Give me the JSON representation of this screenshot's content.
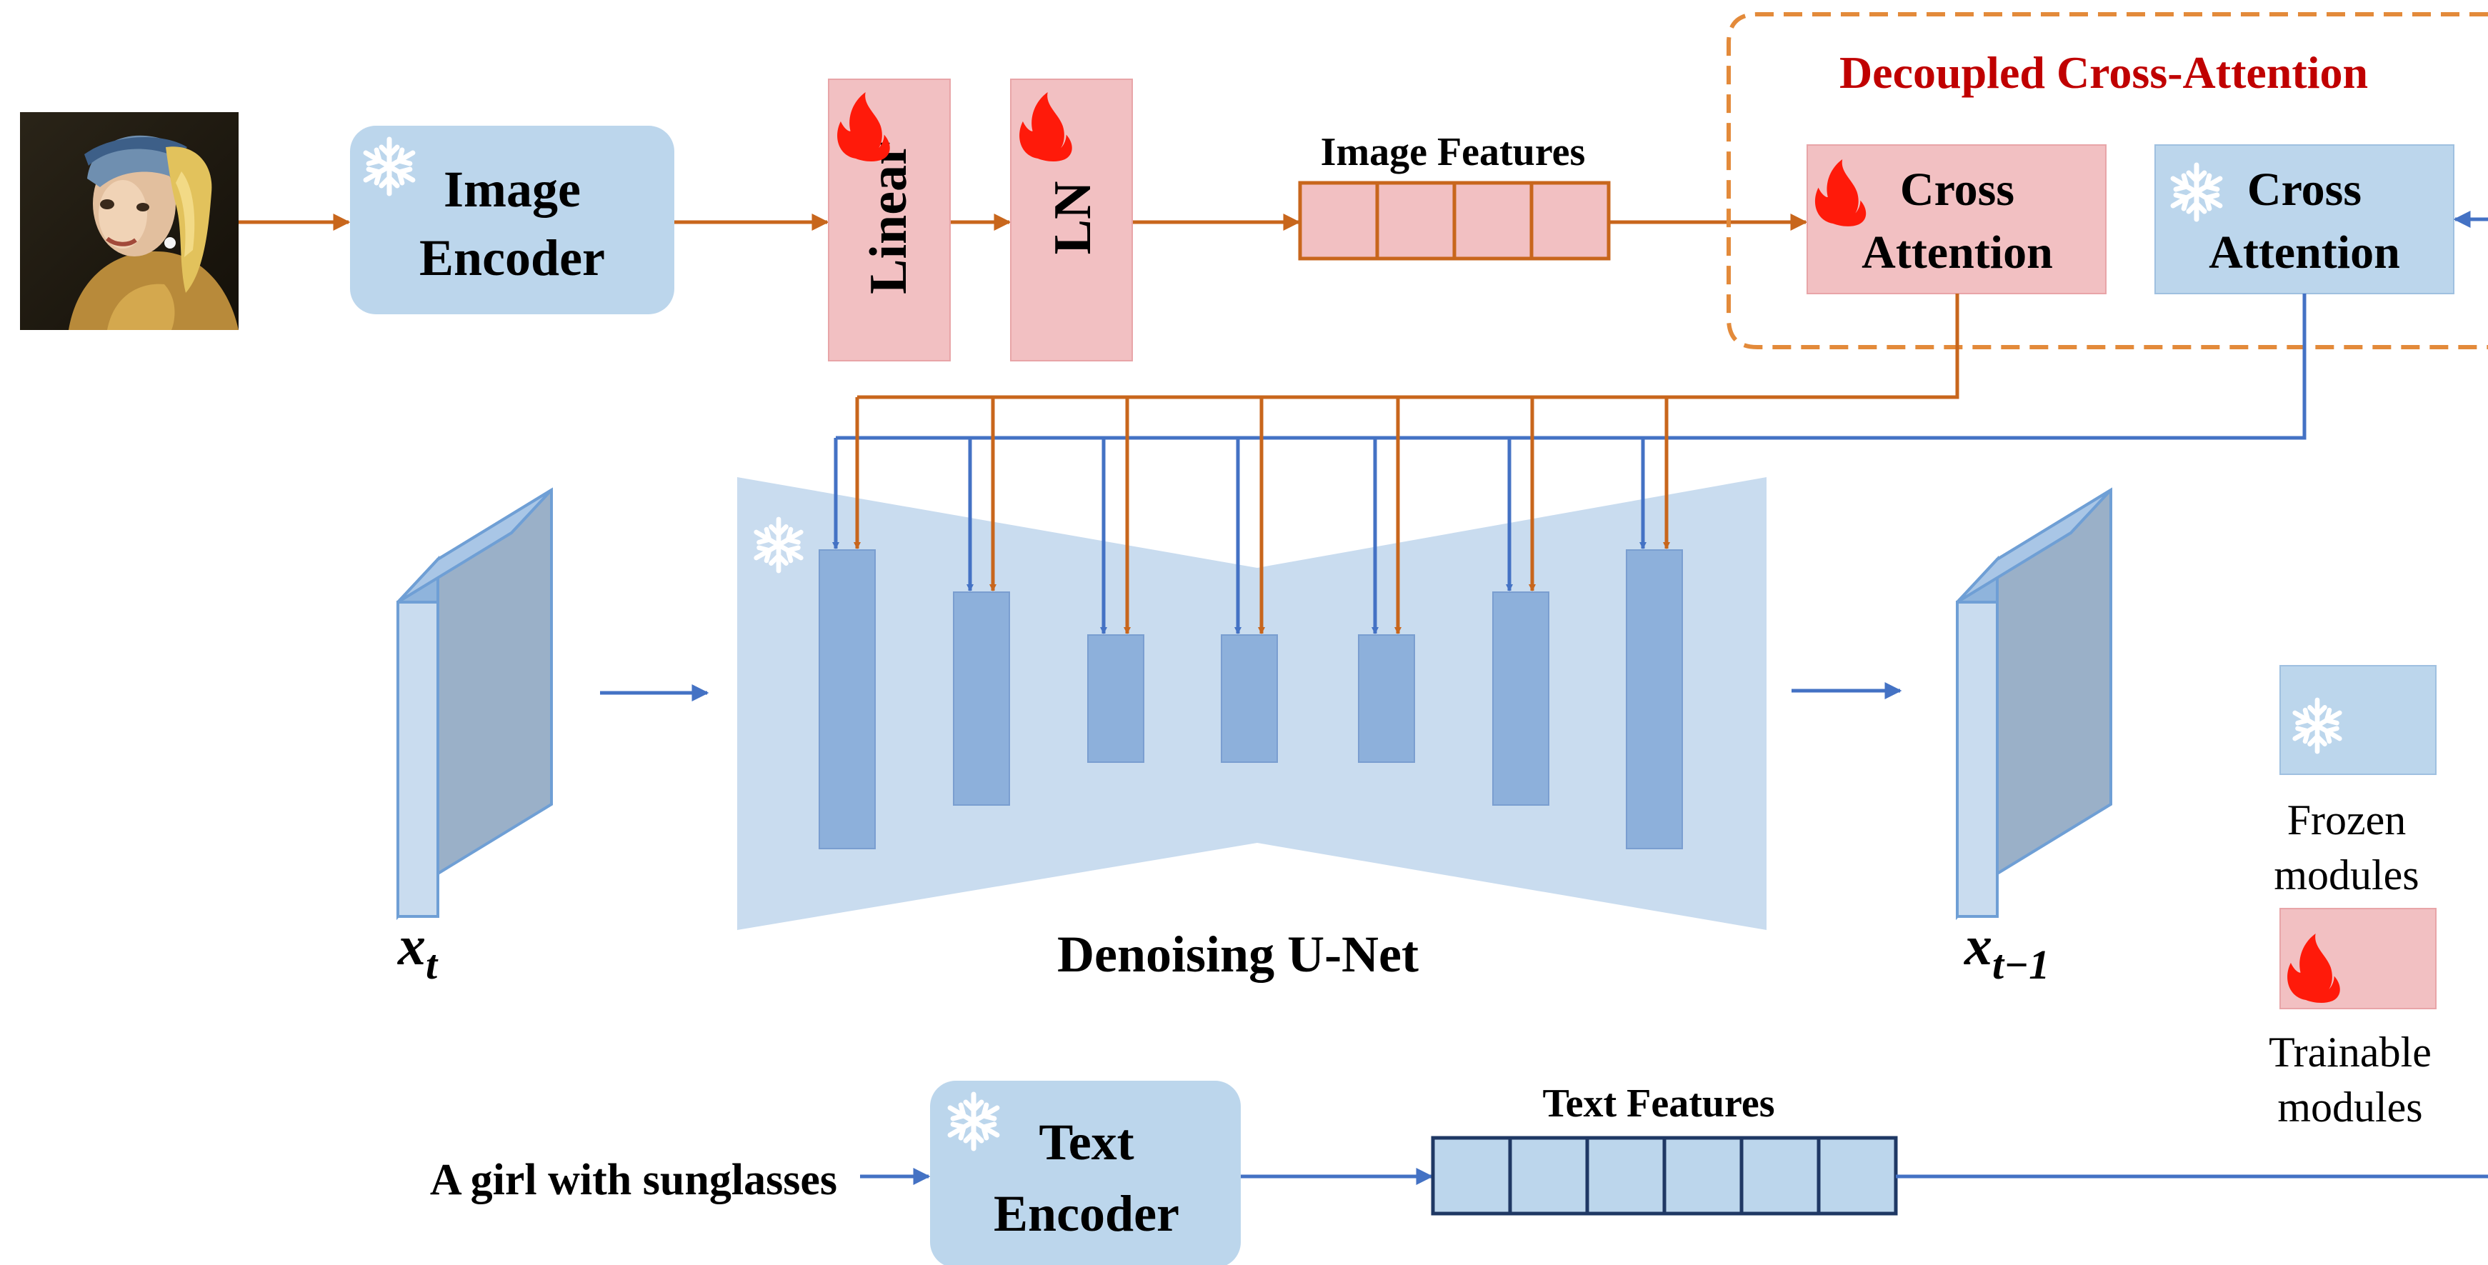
{
  "labels": {
    "image_encoder": [
      "Image",
      "Encoder"
    ],
    "text_encoder": [
      "Text",
      "Encoder"
    ],
    "linear": "Linear",
    "ln": "LN",
    "image_features": "Image Features",
    "text_features": "Text Features",
    "decoupled_title": "Decoupled Cross-Attention",
    "cross_attention_trainable": [
      "Cross",
      "Attention"
    ],
    "cross_attention_frozen": [
      "Cross",
      "Attention"
    ],
    "unet": "Denoising U-Net",
    "x_t_base": "x",
    "x_t_sub": "t",
    "x_t1_base": "x",
    "x_t1_sub": "t−1",
    "prompt": "A girl with sunglasses",
    "legend_frozen": [
      "Frozen",
      "modules"
    ],
    "legend_trainable": [
      "Trainable",
      "modules"
    ]
  },
  "icons": {
    "frozen": "snowflake-icon",
    "trainable": "flame-icon",
    "input_image": "portrait-painting"
  },
  "colors": {
    "frozen_fill": "#bcd6ec",
    "trainable_fill": "#f2c0c2",
    "image_path": "#c8661c",
    "text_path": "#4472c4",
    "title_red": "#c00000",
    "dashed_border": "#e38a3a",
    "unet_bg": "#c9dcef",
    "unet_block": "#8db0db",
    "flame": "#ff1a0a"
  }
}
